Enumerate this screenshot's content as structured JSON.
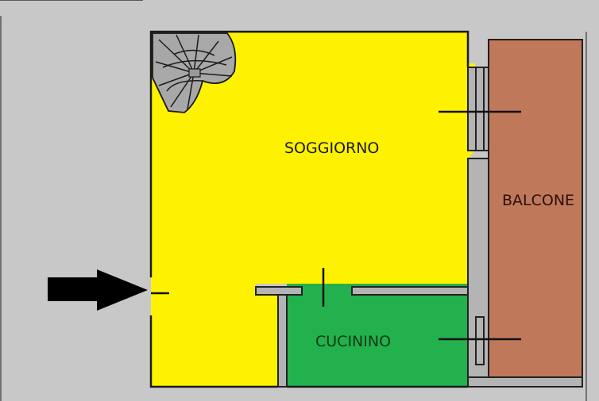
{
  "floorplan": {
    "rooms": [
      {
        "id": "soggiorno",
        "label": "SOGGIORNO",
        "color": "#fff200"
      },
      {
        "id": "cucinino",
        "label": "CUCININO",
        "color": "#22b14c"
      },
      {
        "id": "balcone",
        "label": "BALCONE",
        "color": "#c0785a"
      }
    ],
    "background_color": "#c8c8c8",
    "wall_color": "#b4b4b4",
    "entrance_arrow_color": "#000000"
  }
}
